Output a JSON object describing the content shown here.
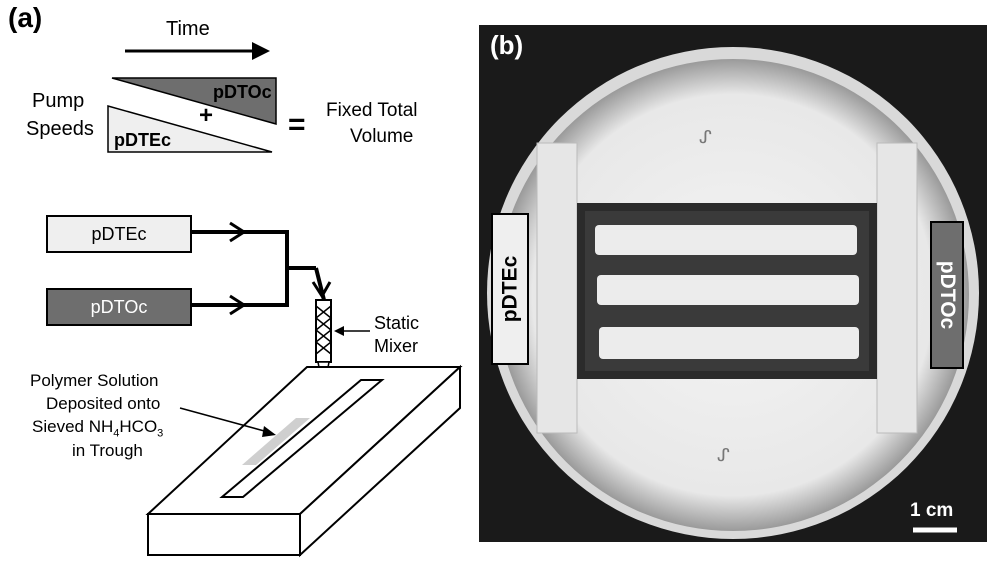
{
  "panel_a": {
    "letter": "(a)",
    "time_label": "Time",
    "pump_label_line1": "Pump",
    "pump_label_line2": "Speeds",
    "triangle_top_label": "pDTOc",
    "plus": "+",
    "triangle_bottom_label": "pDTEc",
    "equals": "=",
    "fixed_line1": "Fixed Total",
    "fixed_line2": "Volume",
    "box1": "pDTEc",
    "box2": "pDTOc",
    "static_mixer_line1": "Static",
    "static_mixer_line2": "Mixer",
    "polymer_line1": "Polymer Solution",
    "polymer_line2": "Deposited onto",
    "polymer_line3_pre": "Sieved NH",
    "polymer_sub1": "4",
    "polymer_line3_mid": "HCO",
    "polymer_sub2": "3",
    "polymer_line4": "in Trough",
    "colors": {
      "light": "#efefef",
      "dark": "#6e6e6e",
      "trough_fill": "#cfcfcf"
    }
  },
  "panel_b": {
    "letter": "(b)",
    "left_label": "pDTEc",
    "right_label": "pDTOc",
    "scale_bar": "1 cm",
    "colors": {
      "dish_fill": "#f2f2f2",
      "dark_bg": "#1a1a1a",
      "trough": "#2b2b2b",
      "strip": "#ececec"
    }
  }
}
